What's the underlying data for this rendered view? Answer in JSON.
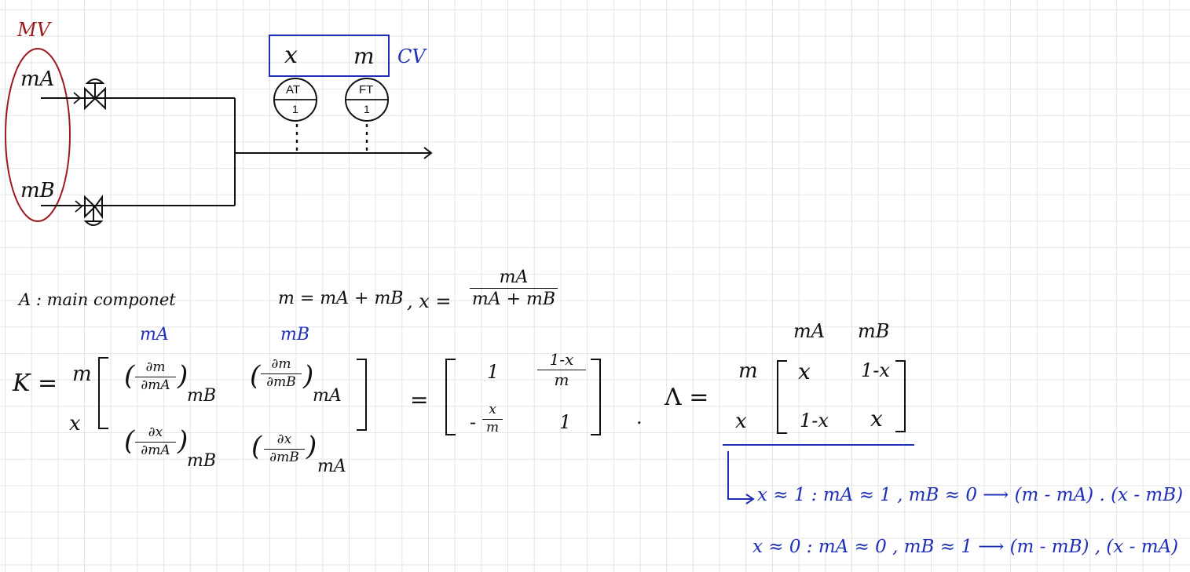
{
  "diagram": {
    "mv_label": "MV",
    "cv_label": "CV",
    "stream_a": "mA",
    "stream_b": "mB",
    "cv_var_1": "x",
    "cv_var_2": "m",
    "transmitter_1": {
      "top": "AT",
      "bottom": "1"
    },
    "transmitter_2": {
      "top": "FT",
      "bottom": "1"
    }
  },
  "equations": {
    "lead": "A : main componet",
    "colon": ":",
    "m_def": "m = mA + mB",
    "x_lead": ", x =",
    "x_num": "mA",
    "x_den": "mA + mB"
  },
  "gain_matrix": {
    "symbol": "K =",
    "col_headers": [
      "mA",
      "mB"
    ],
    "row_labels": [
      "m",
      "x"
    ],
    "partials": [
      [
        {
          "num": "∂m",
          "den": "∂mA",
          "sub": "mB"
        },
        {
          "num": "∂m",
          "den": "∂mB",
          "sub": "mA"
        }
      ],
      [
        {
          "num": "∂x",
          "den": "∂mA",
          "sub": "mB"
        },
        {
          "num": "∂x",
          "den": "∂mB",
          "sub": "mA"
        }
      ]
    ],
    "equals": "=",
    "r1c1": "1",
    "r1c2_num": "1-x",
    "r1c2_den": "m",
    "r2c1_sign": "-",
    "r2c1_num": "x",
    "r2c1_den": "m",
    "r2c2": "1"
  },
  "rga_matrix": {
    "separator": ".",
    "symbol": "Λ =",
    "col_headers": [
      "mA",
      "mB"
    ],
    "row_labels": [
      "m",
      "x"
    ],
    "cells": [
      [
        "x",
        "1-x"
      ],
      [
        "1-x",
        "x"
      ]
    ]
  },
  "conclusions": [
    "x ≈ 1  : mA ≈ 1 , mB ≈ 0 ⟶ (m - mA) . (x - mB)",
    "x ≈ 0  : mA ≈ 0 , mB ≈ 1 ⟶ (m - mB) , (x - mA)"
  ],
  "colors": {
    "ink": "#111111",
    "mv": "#9b1b1b",
    "cv": "#1f2fb8"
  }
}
